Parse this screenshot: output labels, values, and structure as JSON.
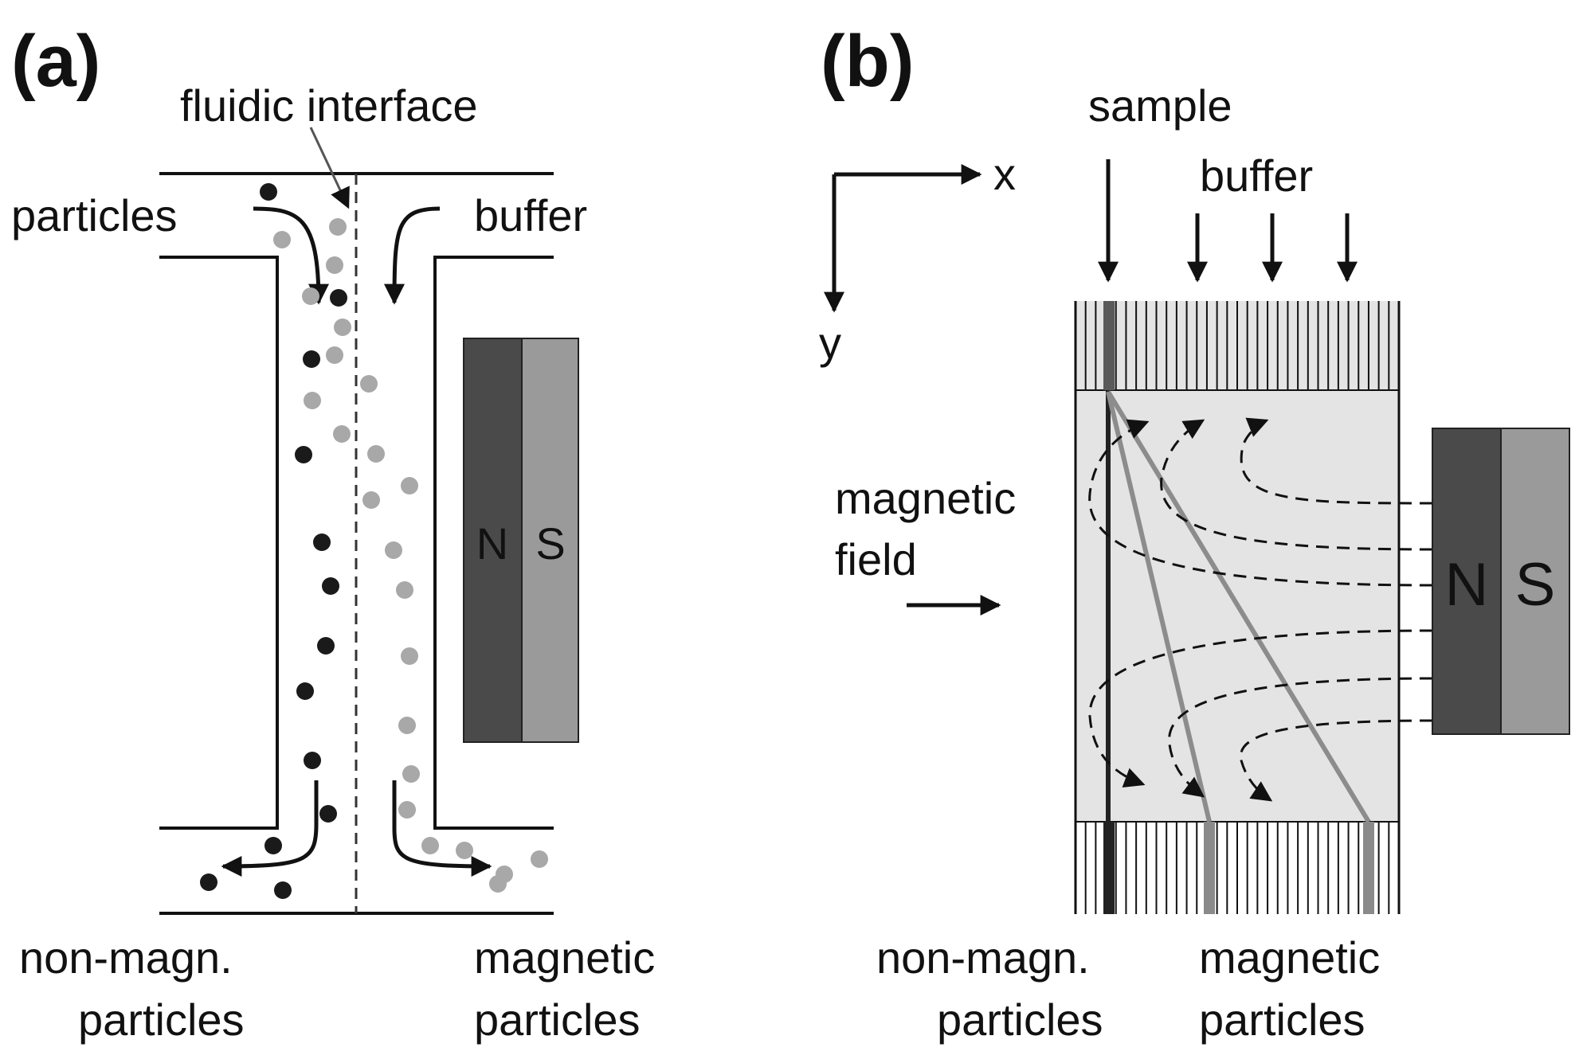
{
  "panel_a": {
    "label": "(a)",
    "interface_label": "fluidic interface",
    "inlet_left_label": "particles",
    "inlet_right_label": "buffer",
    "outlet_left_label_line1": "non-magn.",
    "outlet_left_label_line2": "particles",
    "outlet_right_label_line1": "magnetic",
    "outlet_right_label_line2": "particles",
    "magnet_north": "N",
    "magnet_south": "S"
  },
  "panel_b": {
    "label": "(b)",
    "axis_x": "x",
    "axis_y": "y",
    "sample_label": "sample",
    "buffer_label": "buffer",
    "field_label_line1": "magnetic",
    "field_label_line2": "field",
    "outlet_left_label_line1": "non-magn.",
    "outlet_left_label_line2": "particles",
    "outlet_right_label_line1": "magnetic",
    "outlet_right_label_line2": "particles",
    "magnet_north": "N",
    "magnet_south": "S"
  },
  "colors": {
    "line": "#111111",
    "non_magnetic_particle": "#1a1a1a",
    "magnetic_particle": "#a8a8a8",
    "magnet_north": "#4a4a4a",
    "magnet_south": "#9a9a9a",
    "chamber_fill": "#e4e4e4",
    "trajectory_magnetic": "#8c8c8c"
  }
}
